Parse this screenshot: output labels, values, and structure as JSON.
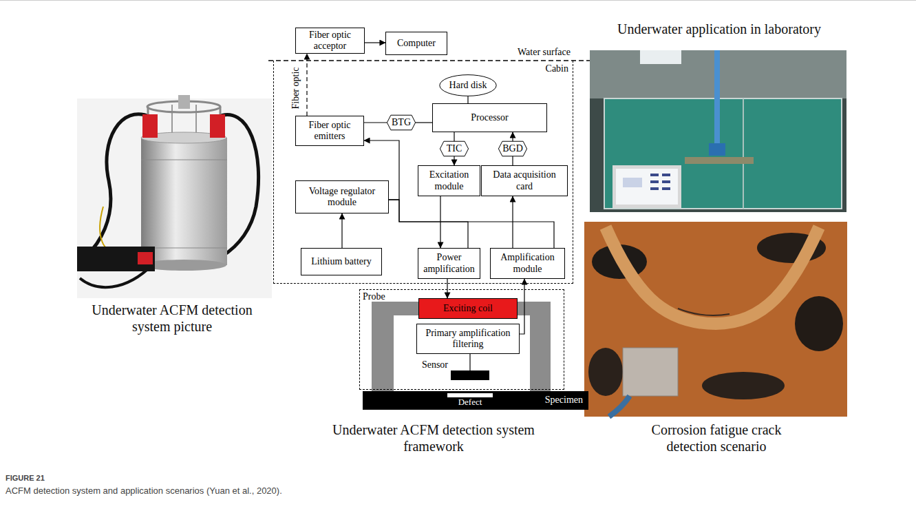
{
  "diagram": {
    "caption": "ACFM detection system and application scenarios (Yuan et al., 2020).",
    "nodes": [
      {
        "text": [
          "Fiber optic acceptor"
        ]
      },
      {
        "text": [
          "Computer"
        ]
      },
      {
        "text": [
          "Cabin"
        ]
      },
      {
        "text": [
          "Hard disk"
        ],
        "in": 2
      },
      {
        "text": [
          "Fiber optic emitters"
        ],
        "in": 2
      },
      {
        "text": [
          "BTG"
        ],
        "in": 2
      },
      {
        "text": [
          "Processor"
        ],
        "in": 2
      },
      {
        "text": [
          "TIC"
        ],
        "in": 2
      },
      {
        "text": [
          "BGD"
        ],
        "in": 2
      },
      {
        "text": [
          "Voltage regulator module"
        ],
        "in": 2
      },
      {
        "text": [
          "Excitation module"
        ],
        "in": 2
      },
      {
        "text": [
          "Data acquisition card"
        ],
        "in": 2
      },
      {
        "text": [
          "Lithium battery"
        ],
        "in": 2
      },
      {
        "text": [
          "Power amplification"
        ],
        "in": 2
      },
      {
        "text": [
          "Amplification module"
        ],
        "in": 2
      },
      {
        "text": [
          "Probe"
        ]
      },
      {
        "text": [
          "Exciting coil"
        ],
        "in": 15
      },
      {
        "text": [
          "Primary amplification filtering"
        ],
        "in": 15
      },
      {
        "text": [
          "Sensor"
        ],
        "in": 15
      },
      {
        "text": [
          "Specimen"
        ]
      },
      {
        "text": [
          "Defect"
        ],
        "in": 19
      }
    ],
    "edges": [
      {
        "from": 4,
        "to": 0,
        "arrow": "to",
        "label": "Fiber optic"
      },
      {
        "from": 0,
        "to": 1,
        "arrow": "to"
      },
      {
        "from": 3,
        "to": 6,
        "arrow": "none"
      },
      {
        "from": 4,
        "to": 5,
        "arrow": "none"
      },
      {
        "from": 5,
        "to": 6,
        "arrow": "none"
      },
      {
        "from": 6,
        "to": 7,
        "arrow": "none"
      },
      {
        "from": 7,
        "to": 10,
        "arrow": "to"
      },
      {
        "from": 11,
        "to": 8,
        "arrow": "none"
      },
      {
        "from": 8,
        "to": 6,
        "arrow": "to"
      },
      {
        "from": 12,
        "to": 9,
        "arrow": "to"
      },
      {
        "from": 9,
        "to": 4,
        "arrow": "to"
      },
      {
        "from": 9,
        "to": 13,
        "arrow": "none"
      },
      {
        "from": 9,
        "to": 14,
        "arrow": "none"
      },
      {
        "from": 10,
        "to": 13,
        "arrow": "to"
      },
      {
        "from": 14,
        "to": 11,
        "arrow": "to"
      },
      {
        "from": 13,
        "to": 16,
        "arrow": "to"
      },
      {
        "from": 17,
        "to": 14,
        "arrow": "to"
      },
      {
        "from": 18,
        "to": 17,
        "arrow": "none"
      }
    ],
    "labels": [
      "Underwater ACFM detection system picture",
      "Water surface",
      "Underwater ACFM detection system framework",
      "Underwater application in laboratory",
      "Corrosion fatigue crack detection scenario",
      "FIGURE 21"
    ]
  }
}
